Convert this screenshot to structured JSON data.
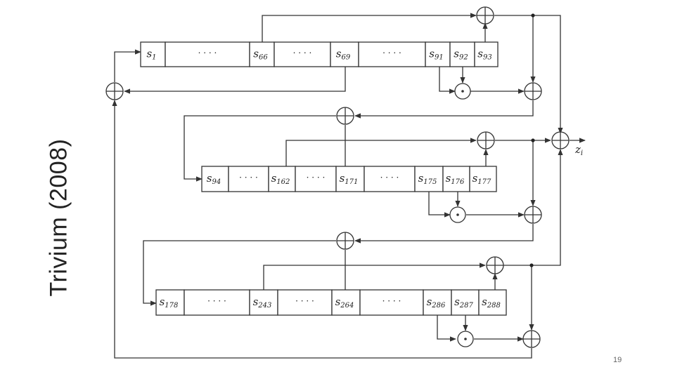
{
  "slide": {
    "title": "Trivium (2008)",
    "page_number": "19"
  },
  "diagram": {
    "output_label": "z",
    "output_label_sub": "i",
    "ellipsis": "· · · ·",
    "registers": [
      {
        "cells": [
          {
            "name": "s",
            "sub": "1"
          },
          {
            "dots": true
          },
          {
            "name": "s",
            "sub": "66"
          },
          {
            "dots": true
          },
          {
            "name": "s",
            "sub": "69"
          },
          {
            "dots": true
          },
          {
            "name": "s",
            "sub": "91"
          },
          {
            "name": "s",
            "sub": "92"
          },
          {
            "name": "s",
            "sub": "93"
          }
        ]
      },
      {
        "cells": [
          {
            "name": "s",
            "sub": "94"
          },
          {
            "dots": true
          },
          {
            "name": "s",
            "sub": "162"
          },
          {
            "dots": true
          },
          {
            "name": "s",
            "sub": "171"
          },
          {
            "dots": true
          },
          {
            "name": "s",
            "sub": "175"
          },
          {
            "name": "s",
            "sub": "176"
          },
          {
            "name": "s",
            "sub": "177"
          }
        ]
      },
      {
        "cells": [
          {
            "name": "s",
            "sub": "178"
          },
          {
            "dots": true
          },
          {
            "name": "s",
            "sub": "243"
          },
          {
            "dots": true
          },
          {
            "name": "s",
            "sub": "264"
          },
          {
            "dots": true
          },
          {
            "name": "s",
            "sub": "286"
          },
          {
            "name": "s",
            "sub": "287"
          },
          {
            "name": "s",
            "sub": "288"
          }
        ]
      }
    ]
  }
}
